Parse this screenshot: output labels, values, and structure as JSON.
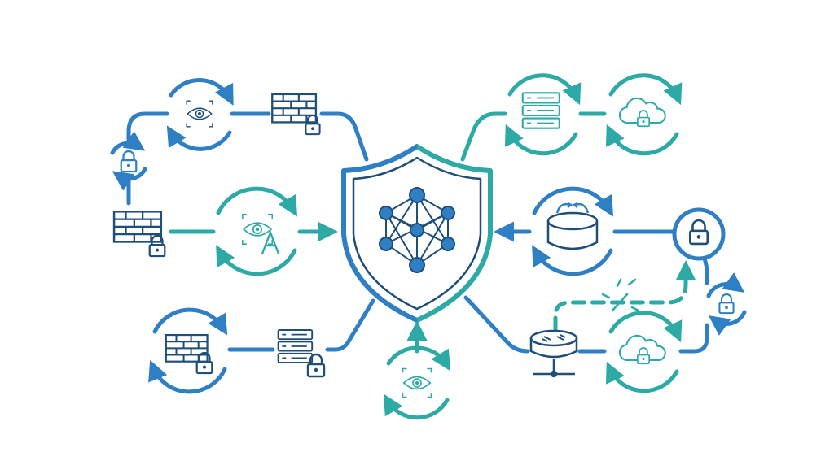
{
  "colors": {
    "blue": "#2f7fc4",
    "teal": "#2eaaa6",
    "navy": "#1f4e79",
    "background": "#ffffff"
  },
  "nodes": [
    {
      "id": "shield",
      "icon": "shield-network-icon",
      "color": "blue"
    },
    {
      "id": "monitor-top-left",
      "icon": "eye-scan-icon",
      "color": "blue"
    },
    {
      "id": "firewall-top-left",
      "icon": "firewall-lock-icon",
      "color": "navy"
    },
    {
      "id": "lock-left",
      "icon": "padlock-icon",
      "color": "blue"
    },
    {
      "id": "firewall-mid-left",
      "icon": "firewall-lock-icon",
      "color": "navy"
    },
    {
      "id": "monitor-mid-left",
      "icon": "eye-scan-icon",
      "color": "teal"
    },
    {
      "id": "firewall-bottom-left",
      "icon": "firewall-lock-icon",
      "color": "blue"
    },
    {
      "id": "server-bottom-left",
      "icon": "server-lock-icon",
      "color": "navy"
    },
    {
      "id": "monitor-bottom",
      "icon": "eye-scan-icon",
      "color": "teal"
    },
    {
      "id": "server-top-right",
      "icon": "server-rack-icon",
      "color": "teal"
    },
    {
      "id": "cloud-top-right",
      "icon": "cloud-lock-icon",
      "color": "teal"
    },
    {
      "id": "database-right",
      "icon": "database-sync-icon",
      "color": "blue"
    },
    {
      "id": "lock-right",
      "icon": "padlock-icon",
      "color": "blue"
    },
    {
      "id": "lock-far-right",
      "icon": "padlock-icon",
      "color": "blue"
    },
    {
      "id": "router-bottom-right",
      "icon": "router-icon",
      "color": "navy"
    },
    {
      "id": "cloud-bottom-right",
      "icon": "cloud-lock-icon",
      "color": "teal"
    },
    {
      "id": "broken-link",
      "icon": "broken-link-icon",
      "color": "teal"
    }
  ],
  "cycles": [
    {
      "id": "monitor-top-left",
      "color": "blue"
    },
    {
      "id": "lock-left",
      "color": "blue"
    },
    {
      "id": "monitor-mid-left",
      "color": "teal"
    },
    {
      "id": "firewall-bottom-left",
      "color": "blue"
    },
    {
      "id": "monitor-bottom",
      "color": "teal"
    },
    {
      "id": "server-top-right",
      "color": "teal"
    },
    {
      "id": "cloud-top-right",
      "color": "teal"
    },
    {
      "id": "database-right",
      "color": "blue"
    },
    {
      "id": "lock-far-right",
      "color": "blue"
    },
    {
      "id": "cloud-bottom-right",
      "color": "teal"
    }
  ]
}
